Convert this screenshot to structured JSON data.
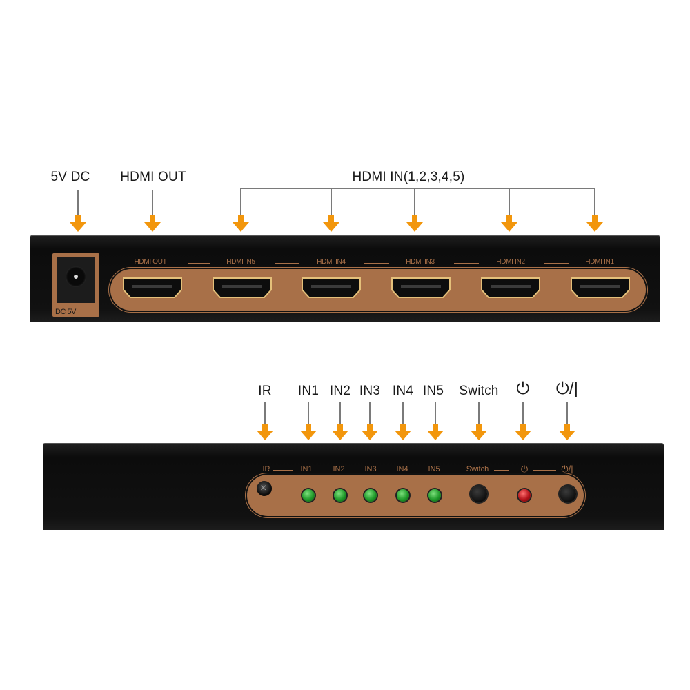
{
  "rear_panel": {
    "callouts": {
      "dc": "5V DC",
      "hdmi_out": "HDMI OUT",
      "hdmi_in_group": "HDMI IN(1,2,3,4,5)"
    },
    "dc_plate_label": "DC 5V",
    "ports": [
      {
        "label": "HDMI OUT"
      },
      {
        "label": "HDMI IN5"
      },
      {
        "label": "HDMI IN4"
      },
      {
        "label": "HDMI IN3"
      },
      {
        "label": "HDMI IN2"
      },
      {
        "label": "HDMI IN1"
      }
    ]
  },
  "front_panel": {
    "callouts": [
      "IR",
      "IN1",
      "IN2",
      "IN3",
      "IN4",
      "IN5",
      "Switch",
      "⏻",
      "⏻/|"
    ],
    "strip_labels": [
      "IR",
      "IN1",
      "IN2",
      "IN3",
      "IN4",
      "IN5",
      "Switch",
      "⏻",
      "⏻/|"
    ],
    "indicators": [
      {
        "type": "ir-receiver"
      },
      {
        "type": "led",
        "color": "#1f9a2a"
      },
      {
        "type": "led",
        "color": "#1f9a2a"
      },
      {
        "type": "led",
        "color": "#1f9a2a"
      },
      {
        "type": "led",
        "color": "#1f9a2a"
      },
      {
        "type": "led",
        "color": "#1f9a2a"
      },
      {
        "type": "button"
      },
      {
        "type": "led",
        "color": "#b3121a"
      },
      {
        "type": "button"
      }
    ]
  },
  "colors": {
    "arrow": "#f2960c",
    "panel_accent": "#a87048",
    "chassis": "#111111"
  }
}
